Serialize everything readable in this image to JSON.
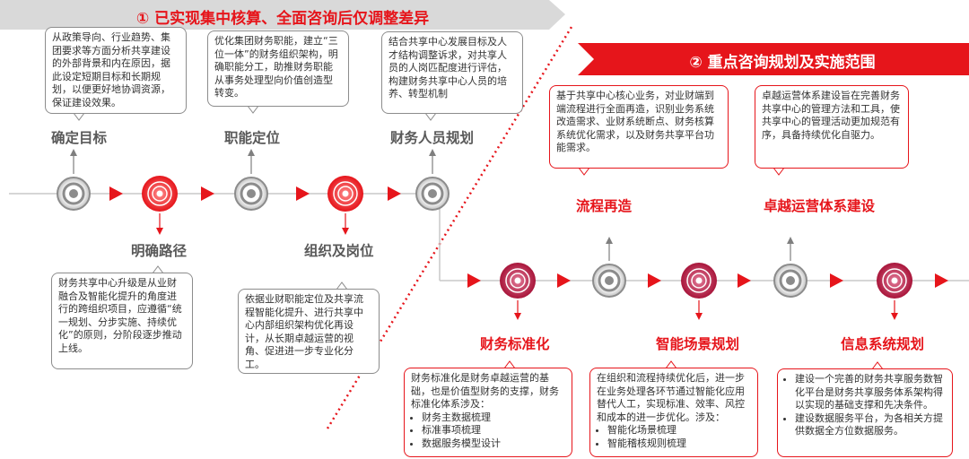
{
  "banners": {
    "phase1": "① 已实现集中核算、全面咨询后仅调整差异",
    "phase2": "② 重点咨询规划及实施范围"
  },
  "phase1": {
    "steps": [
      {
        "label": "确定目标",
        "state": "done",
        "desc": "从政策导向、行业趋势、集团要求等方面分析共享建设的外部背景和内在原因，据此设定短期目标和长期规划，以便更好地协调资源，保证建设效果。"
      },
      {
        "label": "明确路径",
        "state": "focus",
        "desc": "财务共享中心升级是从业财融合及智能化提升的角度进行的跨组织项目，应遵循“统 一规划、分步实施、持续优化”的原则，分阶段逐步推动上线。"
      },
      {
        "label": "职能定位",
        "state": "done",
        "desc": "优化集团财务职能，建立“三位一体”的财务组织架构，明确职能分工，助推财务职能从事务处理型向价值创造型转变。"
      },
      {
        "label": "组织及岗位",
        "state": "focus",
        "desc": "依据业财职能定位及共享流程智能化提升、进行共享中心内部组织架构优化再设计，从长期卓越运营的视角、促进进一步专业化分工。"
      },
      {
        "label": "财务人员规划",
        "state": "done",
        "desc": "结合共享中心发展目标及人才结构调整诉求，对共享人员的人岗匹配度进行评估，构建财务共享中心人员的培养、转型机制"
      }
    ]
  },
  "phase2": {
    "steps": [
      {
        "label": "财务标准化",
        "state": "focus",
        "intro": "财务标准化是财务卓越运营的基础，也是价值型财务的支撑，财务标准化体系涉及：",
        "items": [
          "财务主数据梳理",
          "标准事项梳理",
          "数据服务模型设计"
        ]
      },
      {
        "label": "流程再造",
        "state": "done",
        "desc": "基于共享中心核心业务，对业财端到端流程进行全面再造，识别业务系统改造需求、业财系统断点、财务核算系统优化需求，以及财务共享平台功能需求。"
      },
      {
        "label": "智能场景规划",
        "state": "focus",
        "intro": "在组织和流程持续优化后，进一步在业务处理各环节通过智能化应用替代人工，实现标准、效率、风控和成本的进一步优化。涉及：",
        "items": [
          "智能化场景梳理",
          "智能稽核规则梳理"
        ]
      },
      {
        "label": "卓越运营体系建设",
        "state": "done",
        "desc": "卓越运营体系建设旨在完善财务共享中心的管理方法和工具，使共享中心的管理活动更加规范有序，具备持续优化自驱力。"
      },
      {
        "label": "信息系统规划",
        "state": "focus",
        "items": [
          "建设一个完善的财务共享服务数智化平台是财务共享服务体系架构得以实现的基础支撑和先决条件。",
          "建设数据服务平台，为各相关方提供数据全方位数据服务。"
        ]
      }
    ]
  },
  "colors": {
    "accent": "#e6151b",
    "grey": "#8c8c8c",
    "maroon": "#b0173c"
  }
}
